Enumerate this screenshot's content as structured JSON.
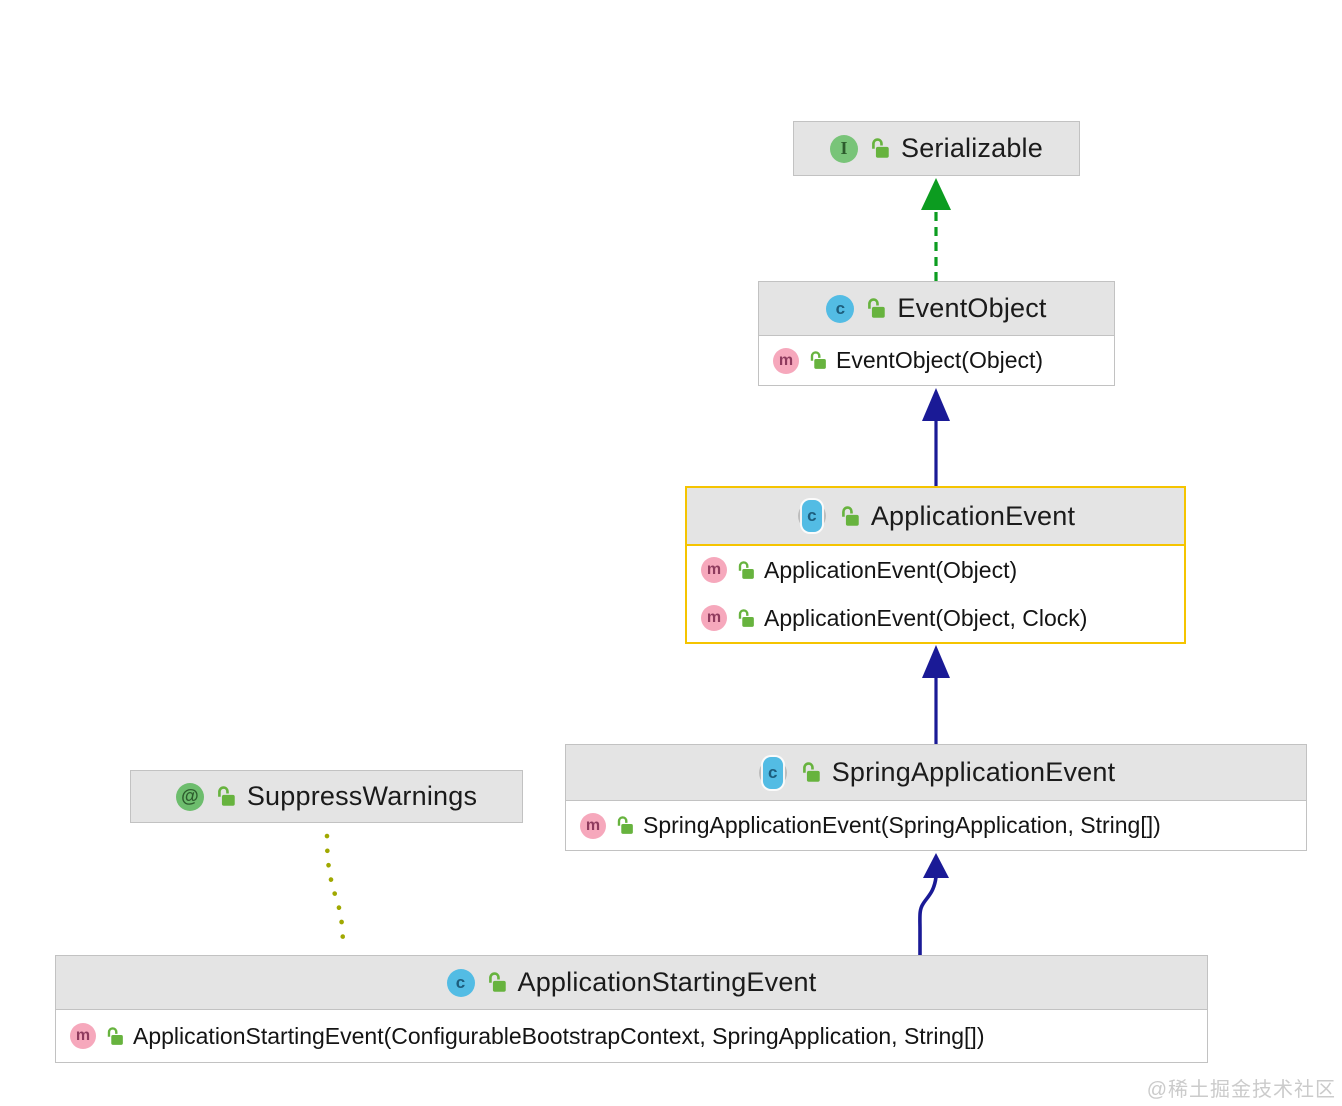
{
  "diagram": {
    "tool": "uml-class-diagram",
    "watermark": "@稀土掘金技术社区"
  },
  "icons": {
    "class_glyph": "c",
    "abstract_class_glyph": "c",
    "interface_glyph": "I",
    "annotation_glyph": "@",
    "method_glyph": "m",
    "visibility": "public-unlocked-padlock"
  },
  "colors": {
    "header_bg": "#e4e4e4",
    "box_border": "#c2c2c2",
    "selected_border": "#f5c400",
    "extends_arrow": "#1a1a96",
    "implements_arrow": "#0c9c20",
    "annotation_link": "#a0a800",
    "class_icon": "#53bce4",
    "interface_icon": "#79c479",
    "method_icon": "#f6a8bc",
    "padlock": "#67b33e"
  },
  "nodes": {
    "serializable": {
      "title": "Serializable",
      "kind": "interface",
      "methods": []
    },
    "event_object": {
      "title": "EventObject",
      "kind": "class",
      "methods": [
        "EventObject(Object)"
      ]
    },
    "application_event": {
      "title": "ApplicationEvent",
      "kind": "abstract-class",
      "selected": true,
      "methods": [
        "ApplicationEvent(Object)",
        "ApplicationEvent(Object, Clock)"
      ]
    },
    "spring_application_event": {
      "title": "SpringApplicationEvent",
      "kind": "abstract-class",
      "methods": [
        "SpringApplicationEvent(SpringApplication, String[])"
      ]
    },
    "suppress_warnings": {
      "title": "SuppressWarnings",
      "kind": "annotation",
      "methods": []
    },
    "application_starting_event": {
      "title": "ApplicationStartingEvent",
      "kind": "class",
      "methods": [
        "ApplicationStartingEvent(ConfigurableBootstrapContext, SpringApplication, String[])"
      ]
    }
  },
  "edges": [
    {
      "from": "EventObject",
      "to": "Serializable",
      "relation": "implements",
      "style": "dashed-green"
    },
    {
      "from": "ApplicationEvent",
      "to": "EventObject",
      "relation": "extends",
      "style": "solid-navy"
    },
    {
      "from": "SpringApplicationEvent",
      "to": "ApplicationEvent",
      "relation": "extends",
      "style": "solid-navy"
    },
    {
      "from": "ApplicationStartingEvent",
      "to": "SpringApplicationEvent",
      "relation": "extends",
      "style": "solid-navy-curved"
    },
    {
      "from": "ApplicationStartingEvent",
      "to": "SuppressWarnings",
      "relation": "annotated-with",
      "style": "dotted-olive"
    }
  ]
}
